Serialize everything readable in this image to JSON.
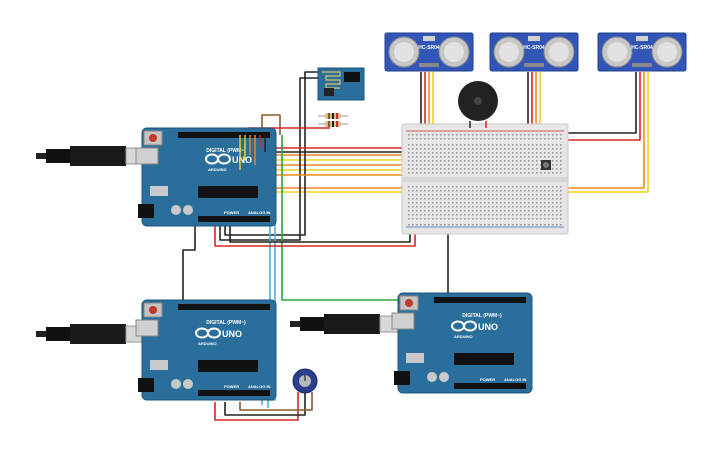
{
  "boards": [
    {
      "id": "arduino-top",
      "brand": "UNO",
      "sub": "ARDUINO",
      "digital_label": "DIGITAL (PWM~)",
      "power_label": "POWER",
      "analog_label": "ANALOG IN"
    },
    {
      "id": "arduino-bottom-left",
      "brand": "UNO",
      "sub": "ARDUINO",
      "digital_label": "DIGITAL (PWM~)",
      "power_label": "POWER",
      "analog_label": "ANALOG IN"
    },
    {
      "id": "arduino-bottom-right",
      "brand": "UNO",
      "sub": "ARDUINO",
      "digital_label": "DIGITAL (PWM~)",
      "power_label": "POWER",
      "analog_label": "ANALOG IN"
    }
  ],
  "sensors": [
    {
      "label": "HC-SR04"
    },
    {
      "label": "HC-SR04"
    },
    {
      "label": "HC-SR04"
    }
  ],
  "colors": {
    "board": "#2a6e9c",
    "board_dark": "#1d5479",
    "wire_red": "#d32626",
    "wire_black": "#222222",
    "wire_orange": "#f08c1e",
    "wire_yellow": "#f2d21b",
    "wire_green": "#2fa63a",
    "wire_blue": "#58a8d8",
    "wire_brown": "#8b5a2b",
    "breadboard": "#e6e6e6"
  }
}
